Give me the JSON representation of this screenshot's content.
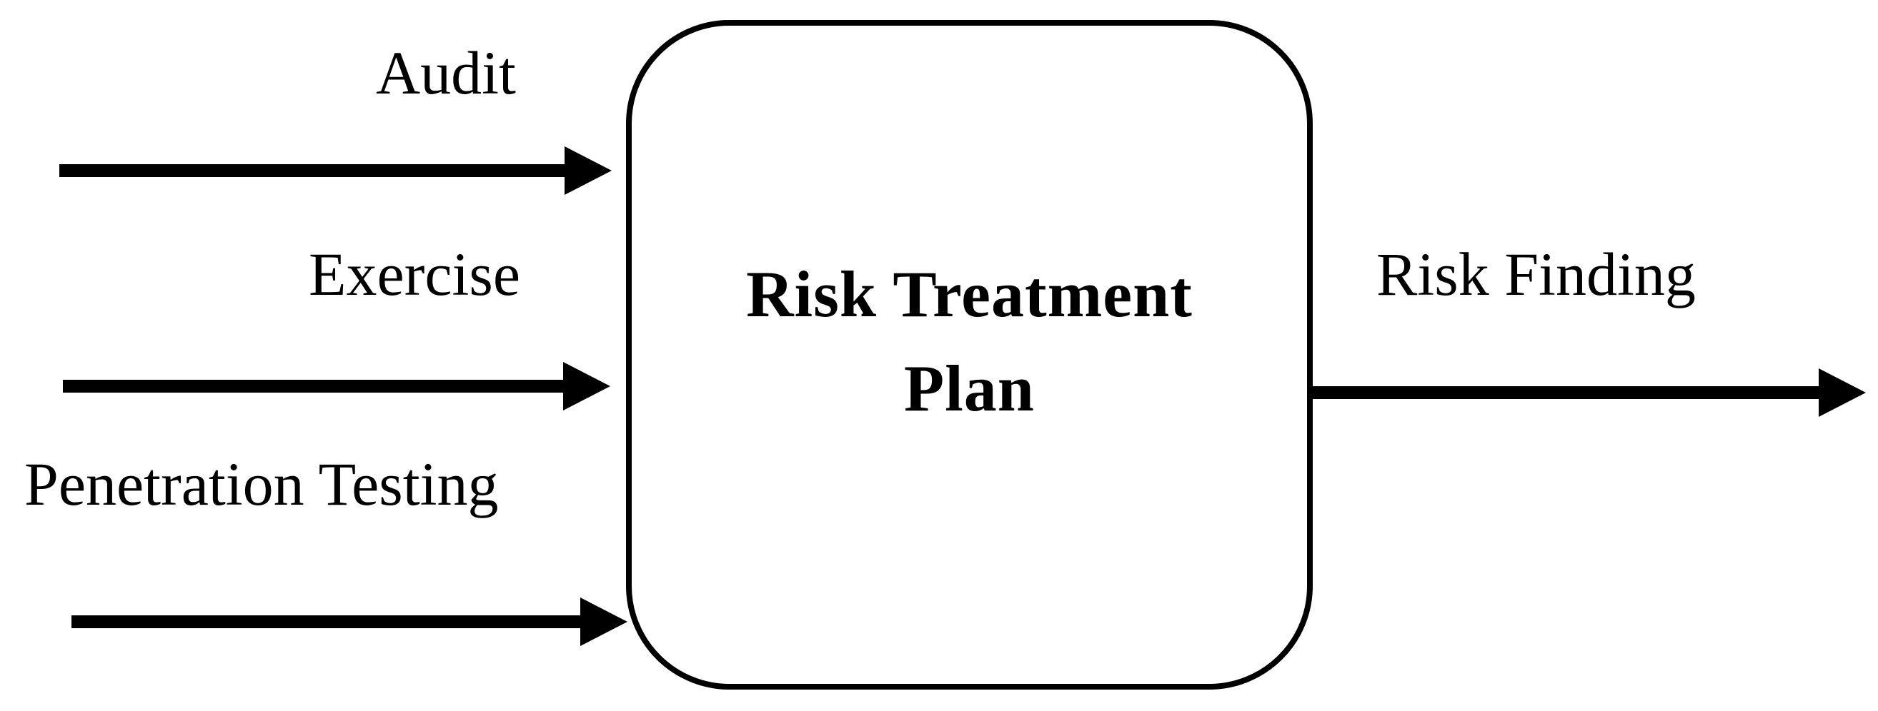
{
  "diagram": {
    "process_box": {
      "title_line1": "Risk Treatment",
      "title_line2": "Plan"
    },
    "inputs": [
      {
        "label": "Audit"
      },
      {
        "label": "Exercise"
      },
      {
        "label": "Penetration Testing"
      }
    ],
    "output": {
      "label": "Risk Finding"
    },
    "colors": {
      "stroke": "#000000",
      "background": "#ffffff"
    }
  }
}
